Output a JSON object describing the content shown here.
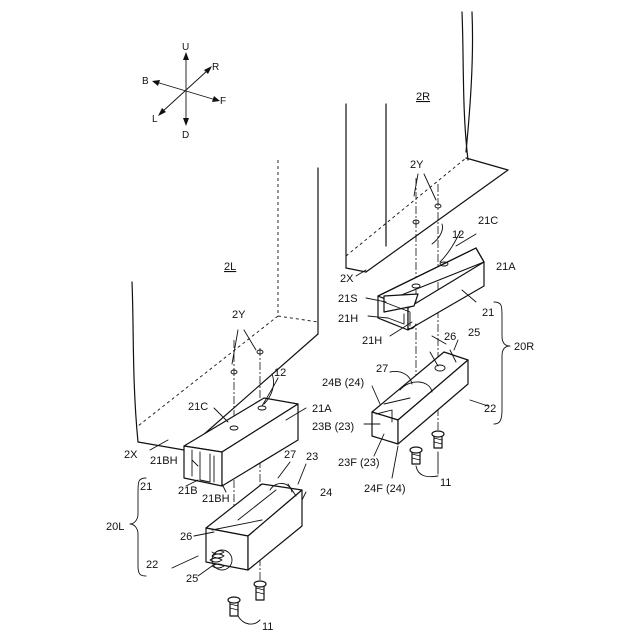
{
  "directions": {
    "up": "U",
    "down": "D",
    "back": "B",
    "front": "F",
    "left": "L",
    "right": "R"
  },
  "labels": {
    "leg_right": "2R",
    "leg_left": "2L",
    "leg_right_2y": "2Y",
    "leg_left_2y": "2Y",
    "leg_right_2x": "2X",
    "leg_left_2x": "2X",
    "r_21C": "21C",
    "r_12": "12",
    "r_21A": "21A",
    "r_21S": "21S",
    "r_21H_a": "21H",
    "r_21H_b": "21H",
    "r_21": "21",
    "r_20R": "20R",
    "r_26": "26",
    "r_25": "25",
    "r_27": "27",
    "r_24B": "24B (24)",
    "r_23B": "23B (23)",
    "r_22": "22",
    "r_23F": "23F (23)",
    "r_24F": "24F (24)",
    "r_11": "11",
    "l_21C": "21C",
    "l_12": "12",
    "l_21A": "21A",
    "l_21BH_a": "21BH",
    "l_21": "21",
    "l_21B": "21B",
    "l_21BH_b": "21BH",
    "l_27": "27",
    "l_23": "23",
    "l_24": "24",
    "l_20L": "20L",
    "l_26": "26",
    "l_22": "22",
    "l_25": "25",
    "l_11": "11"
  }
}
